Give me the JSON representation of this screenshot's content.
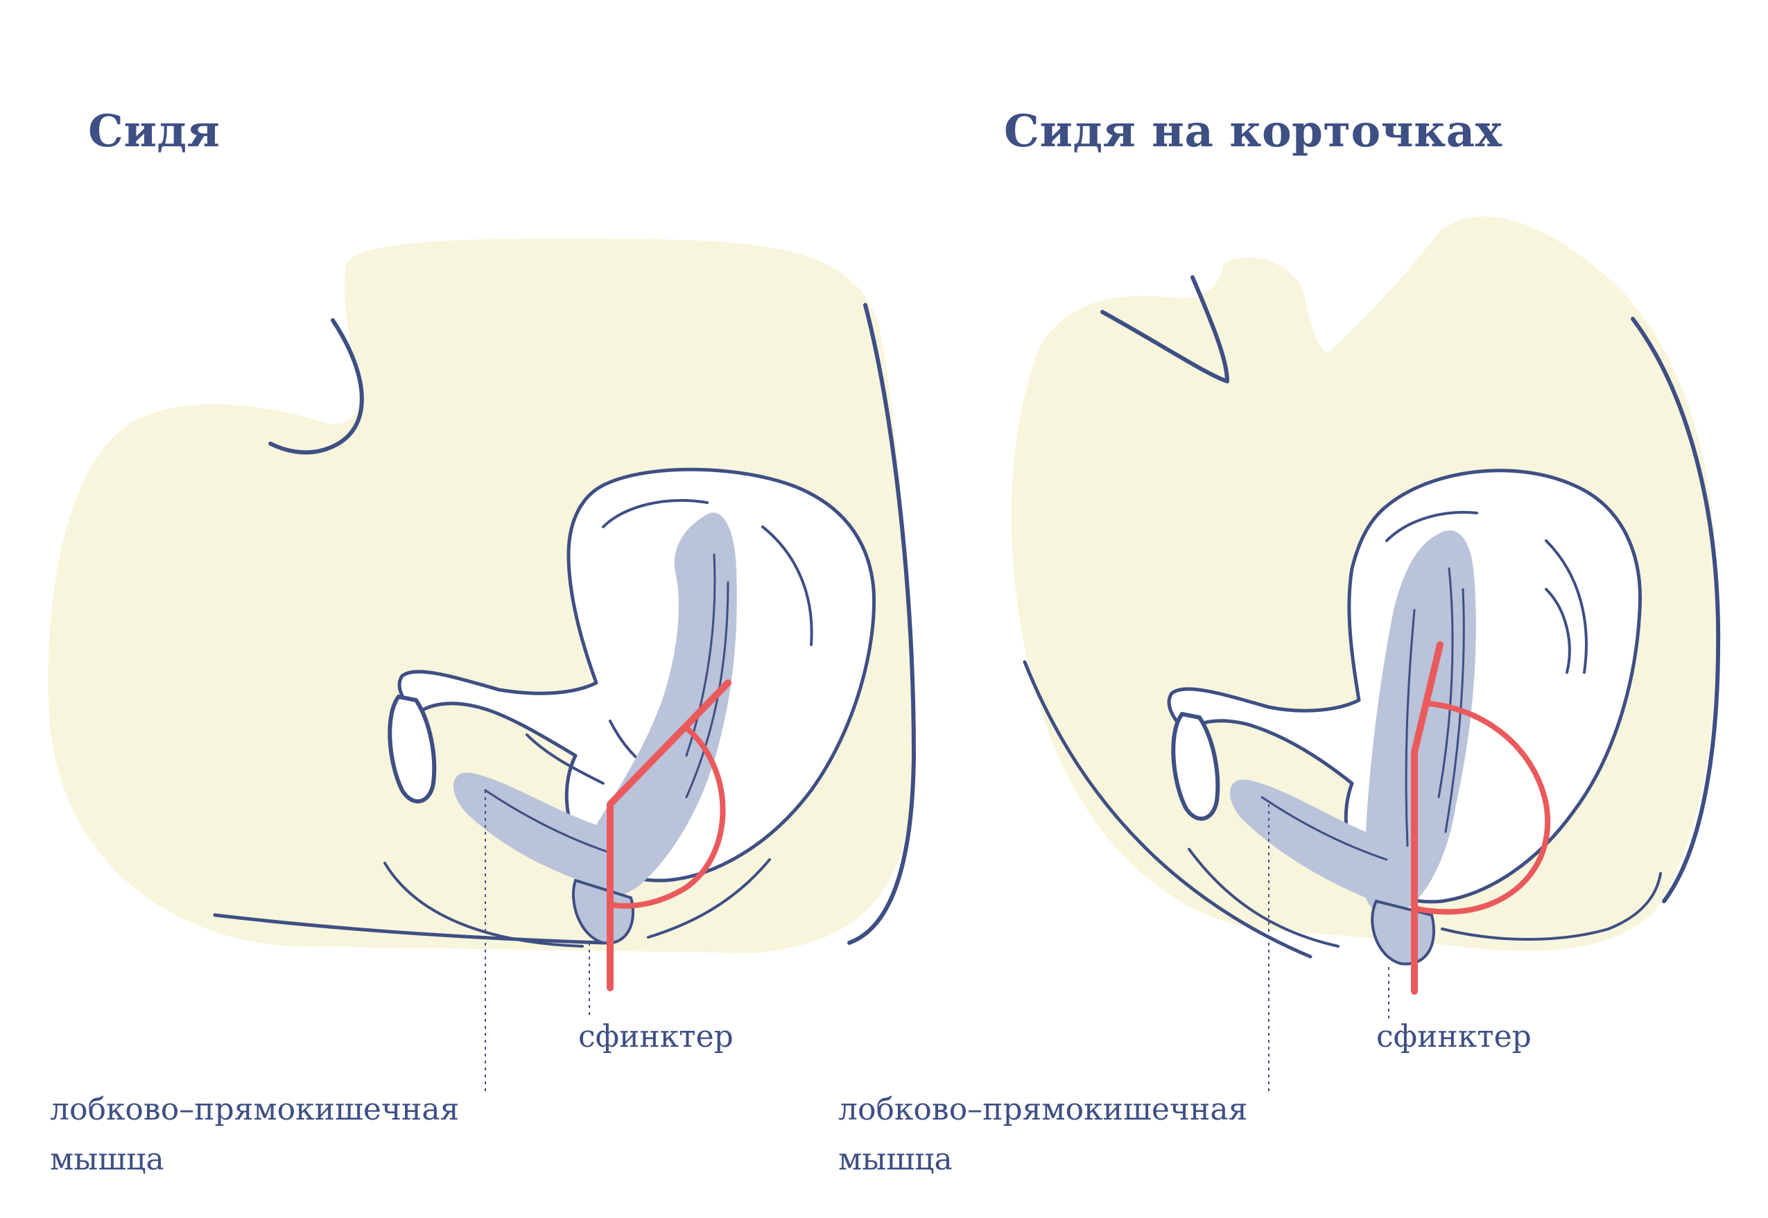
{
  "left_panel": {
    "title": "Сидя",
    "sphincter_label": "сфинктер",
    "muscle_label_line1": "лобково–прямокишечная",
    "muscle_label_line2": "мышца"
  },
  "right_panel": {
    "title": "Сидя на корточках",
    "sphincter_label": "сфинктер",
    "muscle_label_line1": "лобково–прямокишечная",
    "muscle_label_line2": "мышца"
  },
  "colors": {
    "body_fill": "#f8f5dd",
    "outline": "#3e4f83",
    "muscle_fill": "#b9c3d9",
    "angle_line": "#ea5a5c",
    "text": "#3e4f83"
  }
}
